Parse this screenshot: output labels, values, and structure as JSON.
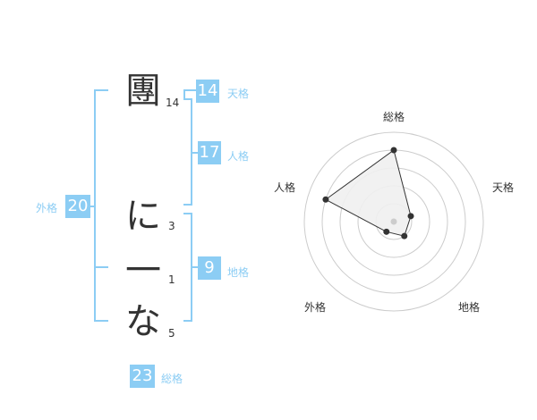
{
  "characters": [
    {
      "char": "團",
      "strokes": "14"
    },
    {
      "char": "に",
      "strokes": "3"
    },
    {
      "char": "一",
      "strokes": "1"
    },
    {
      "char": "な",
      "strokes": "5"
    }
  ],
  "grades": {
    "tenkaku": {
      "value": "14",
      "label": "天格"
    },
    "jinkaku": {
      "value": "17",
      "label": "人格"
    },
    "chikaku": {
      "value": "9",
      "label": "地格"
    },
    "gaikaku": {
      "value": "20",
      "label": "外格"
    },
    "soukaku": {
      "value": "23",
      "label": "総格"
    }
  },
  "radar": {
    "axes": [
      "総格",
      "天格",
      "地格",
      "外格",
      "人格"
    ],
    "values": [
      4,
      1,
      1,
      0.7,
      4
    ],
    "max": 5,
    "colors": {
      "grid": "#cccccc",
      "fill": "#f0f0f0",
      "stroke": "#333333",
      "center": "#cccccc"
    }
  },
  "colors": {
    "accent": "#8ccdf4",
    "text": "#333333"
  }
}
